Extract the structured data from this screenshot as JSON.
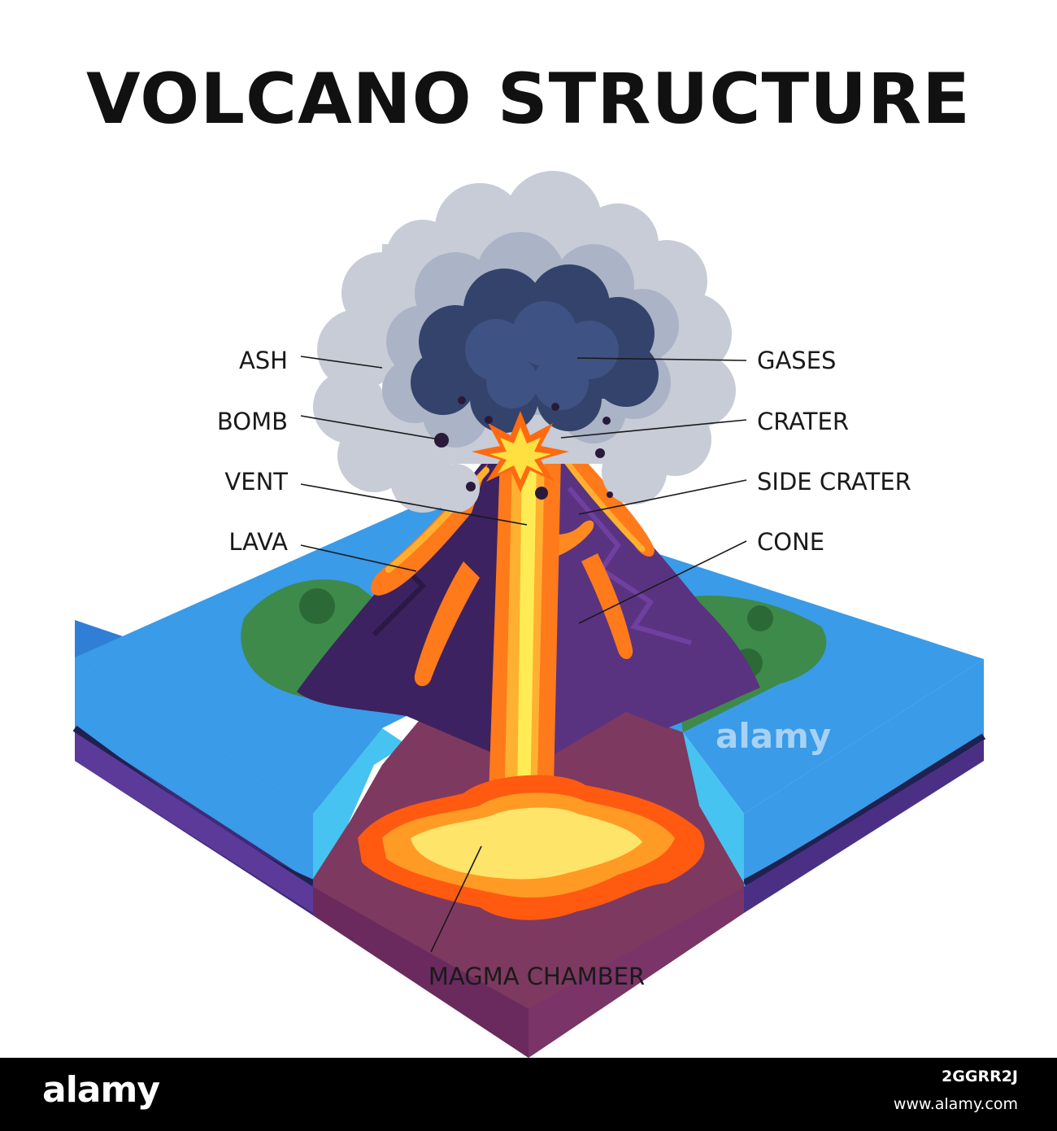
{
  "title": "VOLCANO STRUCTURE",
  "labels": {
    "ash": "ASH",
    "bomb": "BOMB",
    "vent": "VENT",
    "lava": "LAVA",
    "gases": "GASES",
    "crater": "CRATER",
    "side_crater": "SIDE CRATER",
    "cone": "CONE",
    "magma_chamber": "MAGMA CHAMBER"
  },
  "watermark": "alamy",
  "footer": {
    "logo": "alamy",
    "image_id": "2GGRR2J",
    "site": "www.alamy.com"
  },
  "colors": {
    "water": "#3a9be8",
    "water_edge": "#46c3f0",
    "crust_purple": "#4a2f80",
    "magma_rock": "#7e3960",
    "cone": "#4a2a6e",
    "land": "#3e8a4a",
    "lava_orange": "#ff7a1a",
    "lava_yellow": "#ffe040",
    "ash_cloud": "#c7ccd6",
    "dark_cloud": "#33436b"
  }
}
